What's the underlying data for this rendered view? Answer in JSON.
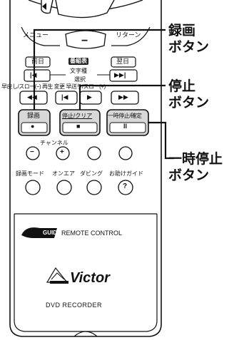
{
  "remote": {
    "menu_label": "メニュー",
    "return_label": "リターン",
    "minus_glyph": "−",
    "prev_day_label": "前日",
    "program_guide_label": "番組表",
    "next_day_label": "翌日",
    "text_label": "文字種",
    "select_label": "選択",
    "skip_prev_glyph": "|◀",
    "skip_next_glyph": "▶▶|",
    "row_labels_partial": "早戻し/スロー(−) 再生 変更 早送り/スロー(+) ",
    "rewind_glyph": "◀◀",
    "play_back_glyph": "|◀",
    "play_glyph": "▶",
    "forward_glyph": "▶▶",
    "record_label": "録画",
    "record_glyph": "●",
    "stop_label": "停止/クリア",
    "stop_glyph": "■",
    "pause_label": "一時停止/確定",
    "pause_glyph": "II",
    "channel_label": "チャンネル",
    "ch_minus_glyph": "−",
    "ch_plus_glyph": "+",
    "record_mode_label": "録画モード",
    "on_air_label": "オンエア",
    "dubbing_label": "ダビング",
    "help_label": "お助けガイド",
    "help_glyph": "?",
    "g_guide_label": "GUIDE",
    "remote_control_label": "REMOTE CONTROL",
    "brand_label": "Victor",
    "product_label": "DVD RECORDER"
  },
  "callouts": {
    "record_button": "録画\nボタン",
    "stop_button": "停止\nボタン",
    "pause_button": "一時停止\nボタン"
  },
  "colors": {
    "outline": "#111111",
    "highlight_fill": "#d8d8d8",
    "button_dark": "#222222"
  }
}
